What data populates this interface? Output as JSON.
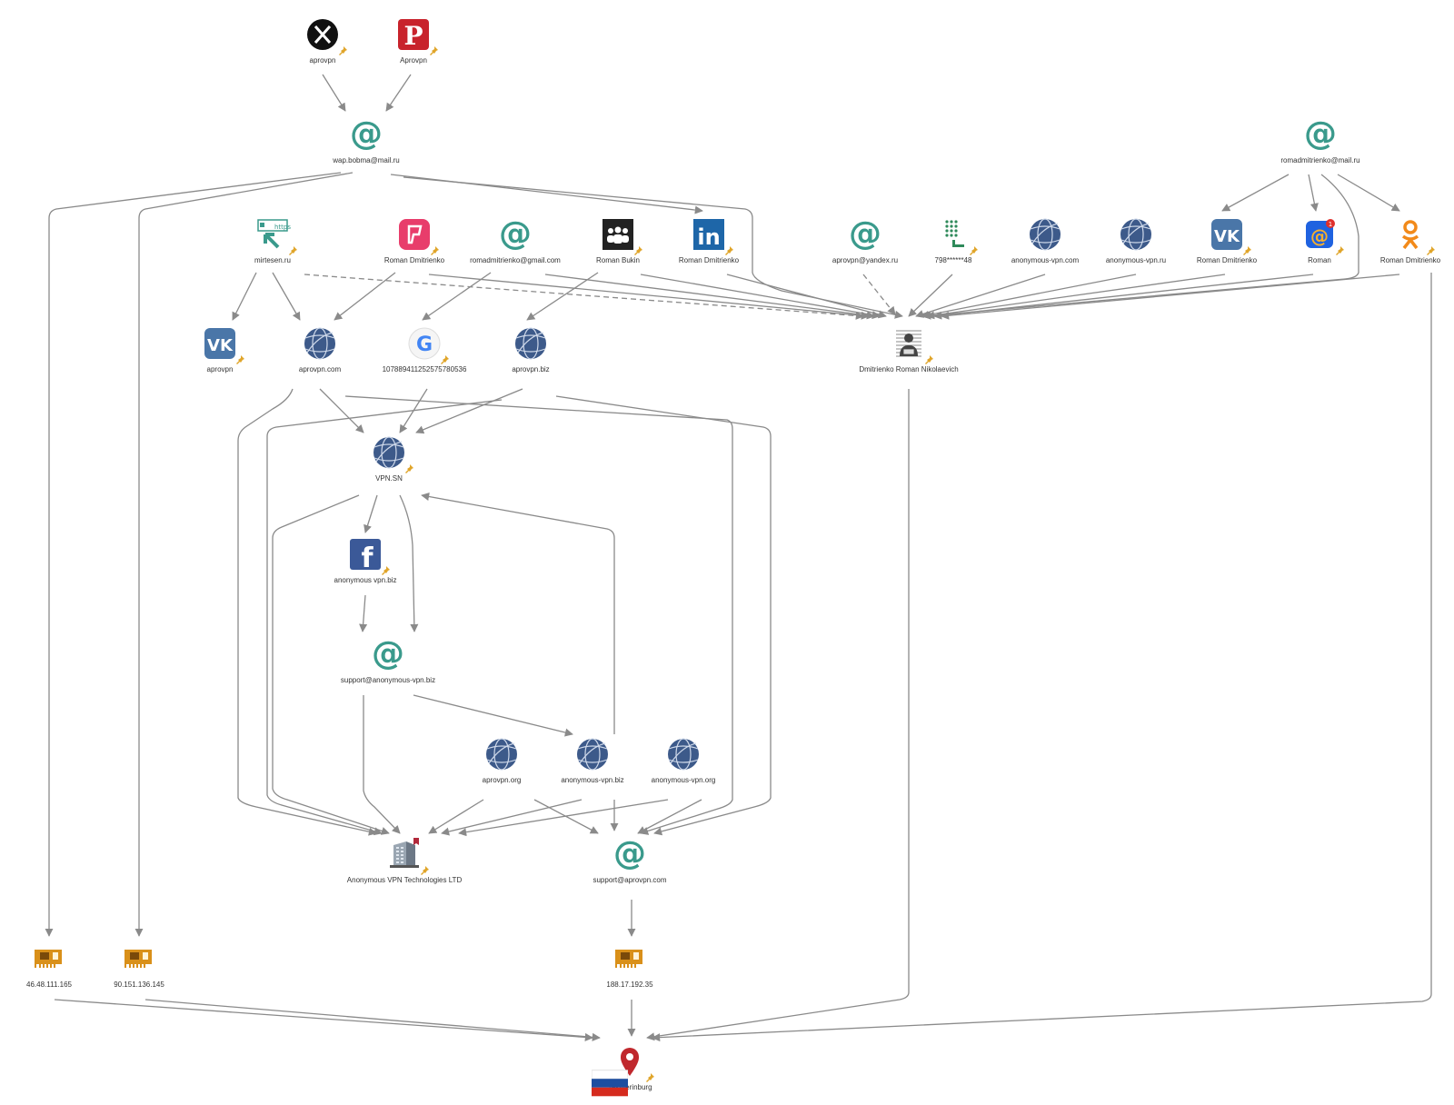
{
  "colors": {
    "edge": "#8a8a8a",
    "globe": "#3d5a8a",
    "at": "#3a9a8c",
    "pin": "#e0a52a",
    "location": "#c0282d",
    "ip": "#d9901a"
  },
  "nodes": [
    {
      "id": "x",
      "label": "aprovpn",
      "icon": "x-twitter-icon",
      "pinned": true
    },
    {
      "id": "pin",
      "label": "Aprovpn",
      "icon": "pinterest-icon",
      "pinned": true
    },
    {
      "id": "wap",
      "label": "wap.bobma@mail.ru",
      "icon": "at-email-icon",
      "pinned": false
    },
    {
      "id": "romamail",
      "label": "romadmitrienko@mail.ru",
      "icon": "at-email-icon",
      "pinned": false
    },
    {
      "id": "mirtesen",
      "label": "mirtesen.ru",
      "icon": "url-link-icon",
      "pinned": true
    },
    {
      "id": "fs",
      "label": "Roman Dmitrienko",
      "icon": "foursquare-icon",
      "pinned": true
    },
    {
      "id": "gmail",
      "label": "romadmitrienko@gmail.com",
      "icon": "at-email-icon",
      "pinned": false
    },
    {
      "id": "myspace",
      "label": "Roman Bukin",
      "icon": "myspace-icon",
      "pinned": true
    },
    {
      "id": "li",
      "label": "Roman Dmitrienko",
      "icon": "linkedin-icon",
      "pinned": true
    },
    {
      "id": "yandex",
      "label": "aprovpn@yandex.ru",
      "icon": "at-email-icon",
      "pinned": false
    },
    {
      "id": "phone",
      "label": "798******48",
      "icon": "phone-keypad-icon",
      "pinned": true
    },
    {
      "id": "avcom",
      "label": "anonymous-vpn.com",
      "icon": "globe-icon",
      "pinned": false
    },
    {
      "id": "avru",
      "label": "anonymous-vpn.ru",
      "icon": "globe-icon",
      "pinned": false
    },
    {
      "id": "vk2",
      "label": "Roman Dmitrienko",
      "icon": "vk-icon",
      "pinned": true
    },
    {
      "id": "mailru",
      "label": "Roman",
      "icon": "mail-ru-agent-icon",
      "pinned": true
    },
    {
      "id": "ok",
      "label": "Roman Dmitrienko",
      "icon": "odnoklassniki-icon",
      "pinned": true
    },
    {
      "id": "vk1",
      "label": "aprovpn",
      "icon": "vk-icon",
      "pinned": true
    },
    {
      "id": "apcom",
      "label": "aprovpn.com",
      "icon": "globe-icon",
      "pinned": false
    },
    {
      "id": "google",
      "label": "107889411252575780536",
      "icon": "google-icon",
      "pinned": true
    },
    {
      "id": "apbiz",
      "label": "aprovpn.biz",
      "icon": "globe-icon",
      "pinned": false
    },
    {
      "id": "person",
      "label": "Dmitrienko Roman Nikolaevich",
      "icon": "person-icon",
      "pinned": true
    },
    {
      "id": "vpnsn",
      "label": "VPN.SN",
      "icon": "globe-icon",
      "pinned": true
    },
    {
      "id": "fb",
      "label": "anonymous vpn.biz",
      "icon": "facebook-icon",
      "pinned": true
    },
    {
      "id": "support1",
      "label": "support@anonymous-vpn.biz",
      "icon": "at-email-icon",
      "pinned": false
    },
    {
      "id": "aporg",
      "label": "aprovpn.org",
      "icon": "globe-icon",
      "pinned": false
    },
    {
      "id": "avbiz",
      "label": "anonymous-vpn.biz",
      "icon": "globe-icon",
      "pinned": false
    },
    {
      "id": "avorg",
      "label": "anonymous-vpn.org",
      "icon": "globe-icon",
      "pinned": false
    },
    {
      "id": "company",
      "label": "Anonymous VPN Technologies LTD",
      "icon": "company-building-icon",
      "pinned": true
    },
    {
      "id": "support2",
      "label": "support@aprovpn.com",
      "icon": "at-email-icon",
      "pinned": false
    },
    {
      "id": "ip1",
      "label": "46.48.111.165",
      "icon": "network-card-icon",
      "pinned": false
    },
    {
      "id": "ip2",
      "label": "90.151.136.145",
      "icon": "network-card-icon",
      "pinned": false
    },
    {
      "id": "ip3",
      "label": "188.17.192.35",
      "icon": "network-card-icon",
      "pinned": false
    },
    {
      "id": "city",
      "label": "Yekaterinburg",
      "icon": "location-pin-icon",
      "pinned": true,
      "flag": "russia-flag-icon"
    }
  ]
}
